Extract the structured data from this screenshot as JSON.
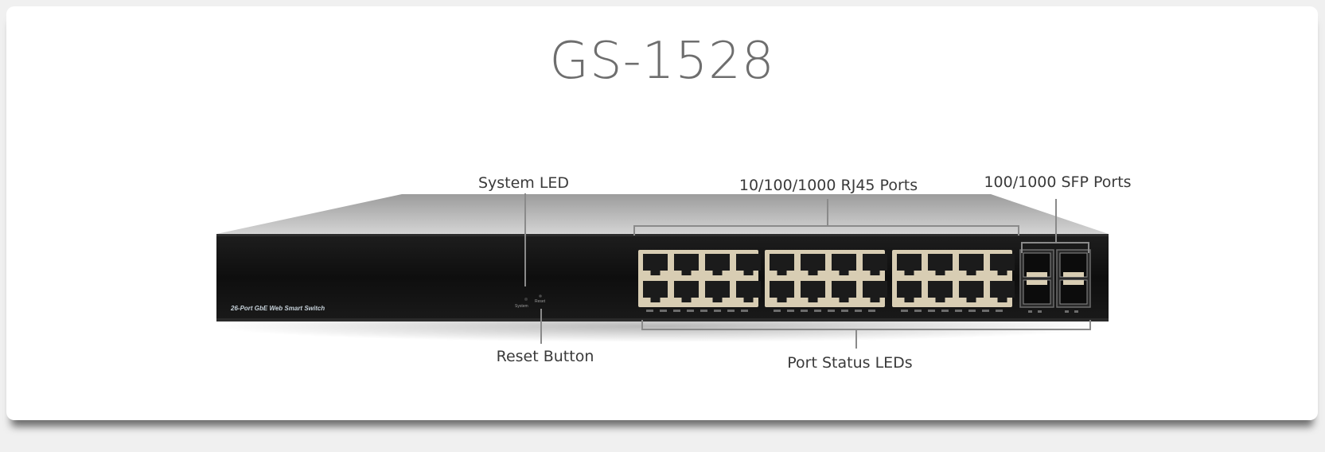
{
  "title": "GS-1528",
  "device": {
    "model_text": "26-Port GbE Web Smart Switch",
    "system_text": "System",
    "reset_text": "Reset",
    "rj45_port_count": 24,
    "sfp_port_count": 4
  },
  "callouts": {
    "system_led": "System LED",
    "rj45_ports": "10/100/1000 RJ45 Ports",
    "sfp_ports": "100/1000 SFP Ports",
    "reset_button": "Reset Button",
    "port_status_leds": "Port Status LEDs"
  },
  "colors": {
    "chassis_front": "#141414",
    "chassis_top": "#b9b9b9",
    "port_surround": "#d8cdb3",
    "callout_line": "#8a8a8a",
    "title": "#6e6e6e"
  }
}
